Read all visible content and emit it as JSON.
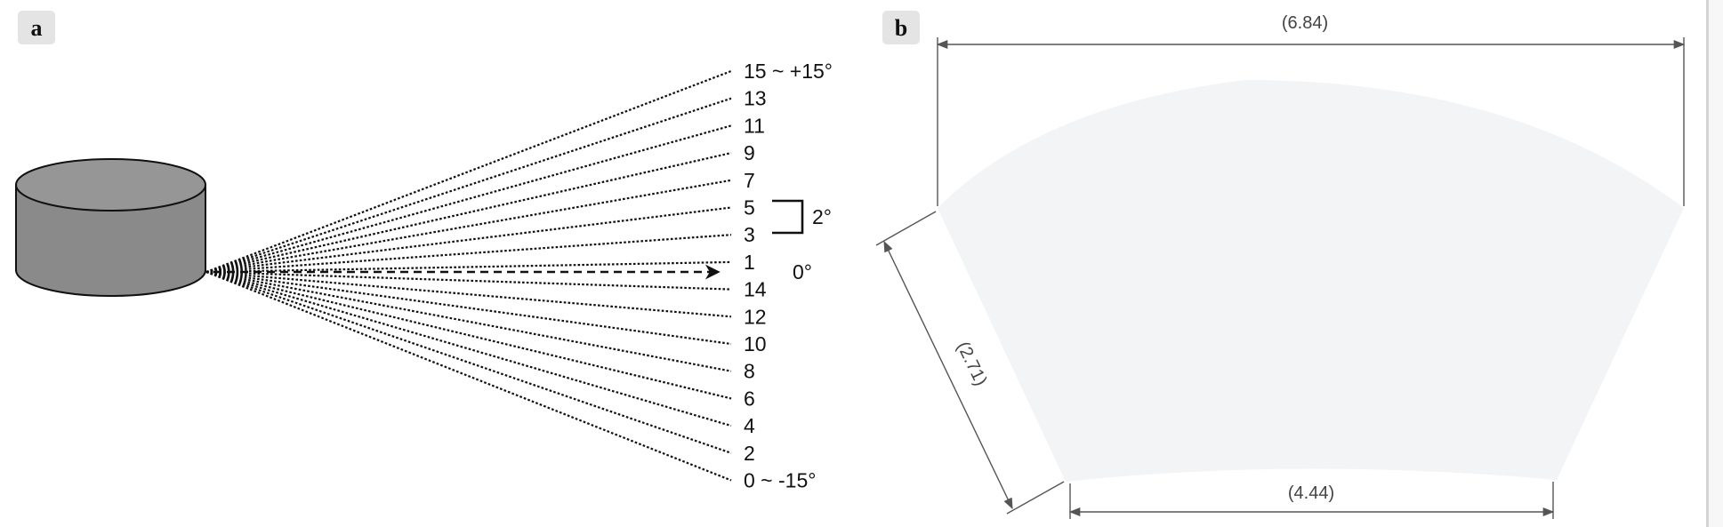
{
  "panel_a": {
    "label": "a",
    "beams_upper": [
      "15 ~ +15°",
      "13",
      "11",
      "9",
      "7",
      "5",
      "3",
      "1"
    ],
    "beams_lower": [
      "14",
      "12",
      "10",
      "8",
      "6",
      "4",
      "2",
      "0 ~ -15°"
    ],
    "spacing_label": "2°",
    "axis_label": "0°"
  },
  "panel_b": {
    "label": "b",
    "top_width": "(6.84)",
    "side_length": "(2.71)",
    "bottom_width": "(4.44)"
  },
  "colors": {
    "cylinder": "#8a8a8a",
    "fov_fill": "#f3f4f6",
    "badge": "#e4e4e4"
  }
}
